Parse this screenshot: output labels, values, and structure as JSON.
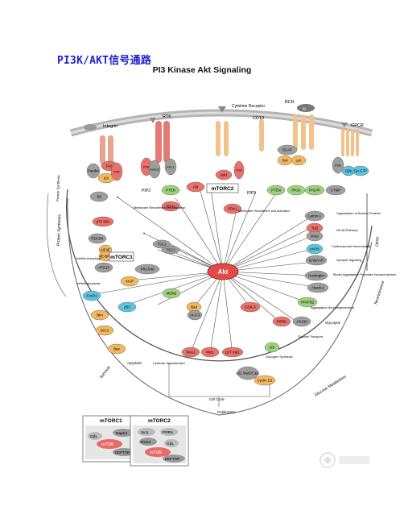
{
  "heading": "PI3K/AKT信号通路",
  "figure": {
    "title": "PI3 Kinase Akt Signaling",
    "membrane_labels": {
      "integrin": "Integrin",
      "rtk": "RTK",
      "cytokine": "Cytokine Receptor",
      "cd19": "CD19",
      "bcr": "BCR",
      "gpcr": "GPCR",
      "pip3_left": "PIP3",
      "pip3_right": "PIP3",
      "membrane_left": "Membrane Recruitment and Activation",
      "membrane_right": "Membrane Recruitment and Activation"
    },
    "nodes": {
      "fak": "FAK",
      "ilk": "ILK",
      "paxillin": "Paxillin",
      "pi3k_a": "PI3K",
      "pi3k_b": "PI3K",
      "gab": "Gab1/2",
      "irs": "IRS-1",
      "jak": "Jak1",
      "pi3k_c": "PI3K",
      "bcap": "BCAP",
      "syk": "Syk",
      "lyn": "Lyn",
      "ig": "Ig",
      "pi3k_d": "PI3K",
      "g_beta": "Gβγ",
      "g_gtp": "Gα GTP",
      "pten_a": "PTEN",
      "pdk1_a": "PDK1",
      "akt_top": "Akt",
      "mtorc2": "mTORC2",
      "pten_b": "PTEN",
      "pp2a": "PP2A",
      "phlpp": "PHLPP",
      "ctmp": "CTMP",
      "pdk1_b": "PDK1",
      "s6": "S6",
      "p70s6k": "p70 S6K",
      "pdcd4": "PDCD4",
      "eif4e": "eIF4E",
      "bp1": "4E-BP1",
      "mtorc1": "mTORC1",
      "tsc2": "TSC2",
      "tsc1": "TSC1",
      "atg13": "ATG13",
      "pras40": "PRAS40",
      "xiap": "XIAP",
      "foxo1": "FoxO1",
      "p53": "p53",
      "mdm2": "MDM2",
      "bim": "Bim",
      "bcl2": "Bcl-2",
      "bax": "Bax",
      "bad": "Bad",
      "b1433": "14-3-3",
      "wee1": "Wee1",
      "myt1": "Myt1",
      "p27": "p27 Kip1",
      "p21": "p21 Waf1/Cip1",
      "cyclind1": "Cyclin D1",
      "gsk3": "GSK-3",
      "gs": "GS",
      "pfkfb2": "PFKFB2",
      "pip5k": "PIP5K",
      "as160": "AS160",
      "laminA": "Lamin A",
      "tpl2": "Tpl2",
      "ikk": "IKKα",
      "enos": "eNOS",
      "gabaar": "GABAAR",
      "huntingtin": "Huntingtin",
      "ataxin": "Ataxin-1",
      "akt_center": "Akt"
    },
    "outcomes": {
      "protein_synthesis": "Protein Synthesis",
      "inhibits_autophagy": "Inhibits Autophagy",
      "inhibits_apoptosis": "Inhibits Apoptosis",
      "apoptosis": "Apoptosis",
      "cytosolic_sequestration": "Cytosolic Sequestration",
      "glycogen_synthesis": "Glycogen Synthesis",
      "glucose_transport": "Glucose Transport",
      "glycolysis": "Glycolysis",
      "organization": "Organization of Nuclear Proteins",
      "nfkb": "NF-κB Pathway",
      "cardio": "Cardiovascular Homeostasis",
      "synaptic": "Synaptic Signaling",
      "blocks_agg": "Blocks Aggregation Promotes Neuroprotection",
      "agg_neuro": "Aggregation Neurodegeneration",
      "cell_cycle": "Cell Cycle",
      "proliferation": "Proliferation"
    },
    "arc_labels": {
      "protein_synth_arc": "Protein Synthesis",
      "survival": "Survival",
      "glucose_metab": "Glucose Metabolism",
      "neuroscience": "Neuroscience",
      "other": "Other"
    },
    "inset_mtorc1": {
      "title": "mTORC1",
      "gbl": "GβL",
      "raptor": "Raptor",
      "mtor": "mTOR",
      "deptor": "DEPTOR"
    },
    "inset_mtorc2": {
      "title": "mTORC2",
      "sin1": "Sin1",
      "prr5": "PRR5",
      "rictor": "Rictor",
      "gbl": "GβL",
      "mtor": "mTOR",
      "deptor": "DEPTOR"
    },
    "colors": {
      "red": "#e8716c",
      "orange": "#f2b860",
      "green": "#9fd07b",
      "gray": "#9e9e9e",
      "cyan": "#5cc5dc",
      "akt": "#e34a47",
      "line": "#444444"
    }
  }
}
